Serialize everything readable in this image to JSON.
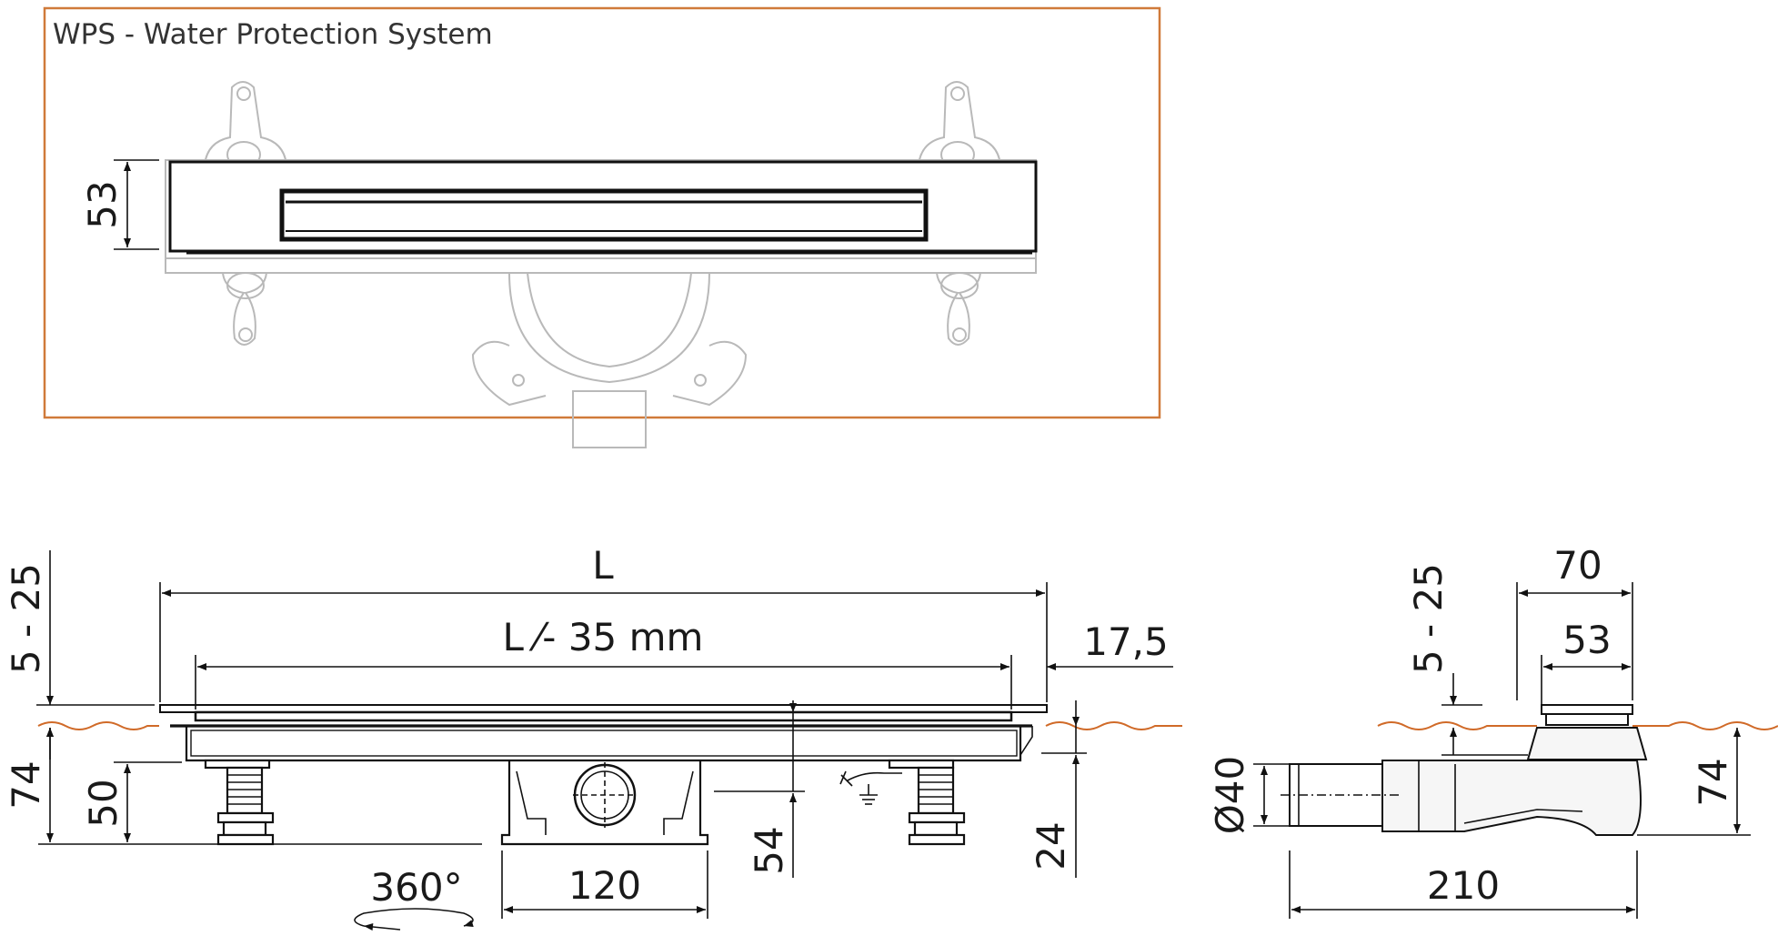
{
  "panel": {
    "title": "WPS - Water Protection System",
    "height_dim": "53"
  },
  "front_view": {
    "length": "L",
    "inner_length": "L ⁄- 35 mm",
    "offset_right": "17,5",
    "adjust_range": "5 - 25",
    "total_height": "74",
    "foot_height": "50",
    "outlet_height": "54",
    "flange_height": "24",
    "outlet_width": "120",
    "rotation": "360°"
  },
  "side_view": {
    "adjust_range": "5 - 25",
    "top_width": "70",
    "grate_width": "53",
    "pipe_diameter": "Ø40",
    "total_height": "74",
    "total_width": "210"
  },
  "colors": {
    "panel_border": "#d07a3a",
    "floor_line": "#d06a28",
    "ghost": "#b9b9b9",
    "ink": "#111111"
  }
}
